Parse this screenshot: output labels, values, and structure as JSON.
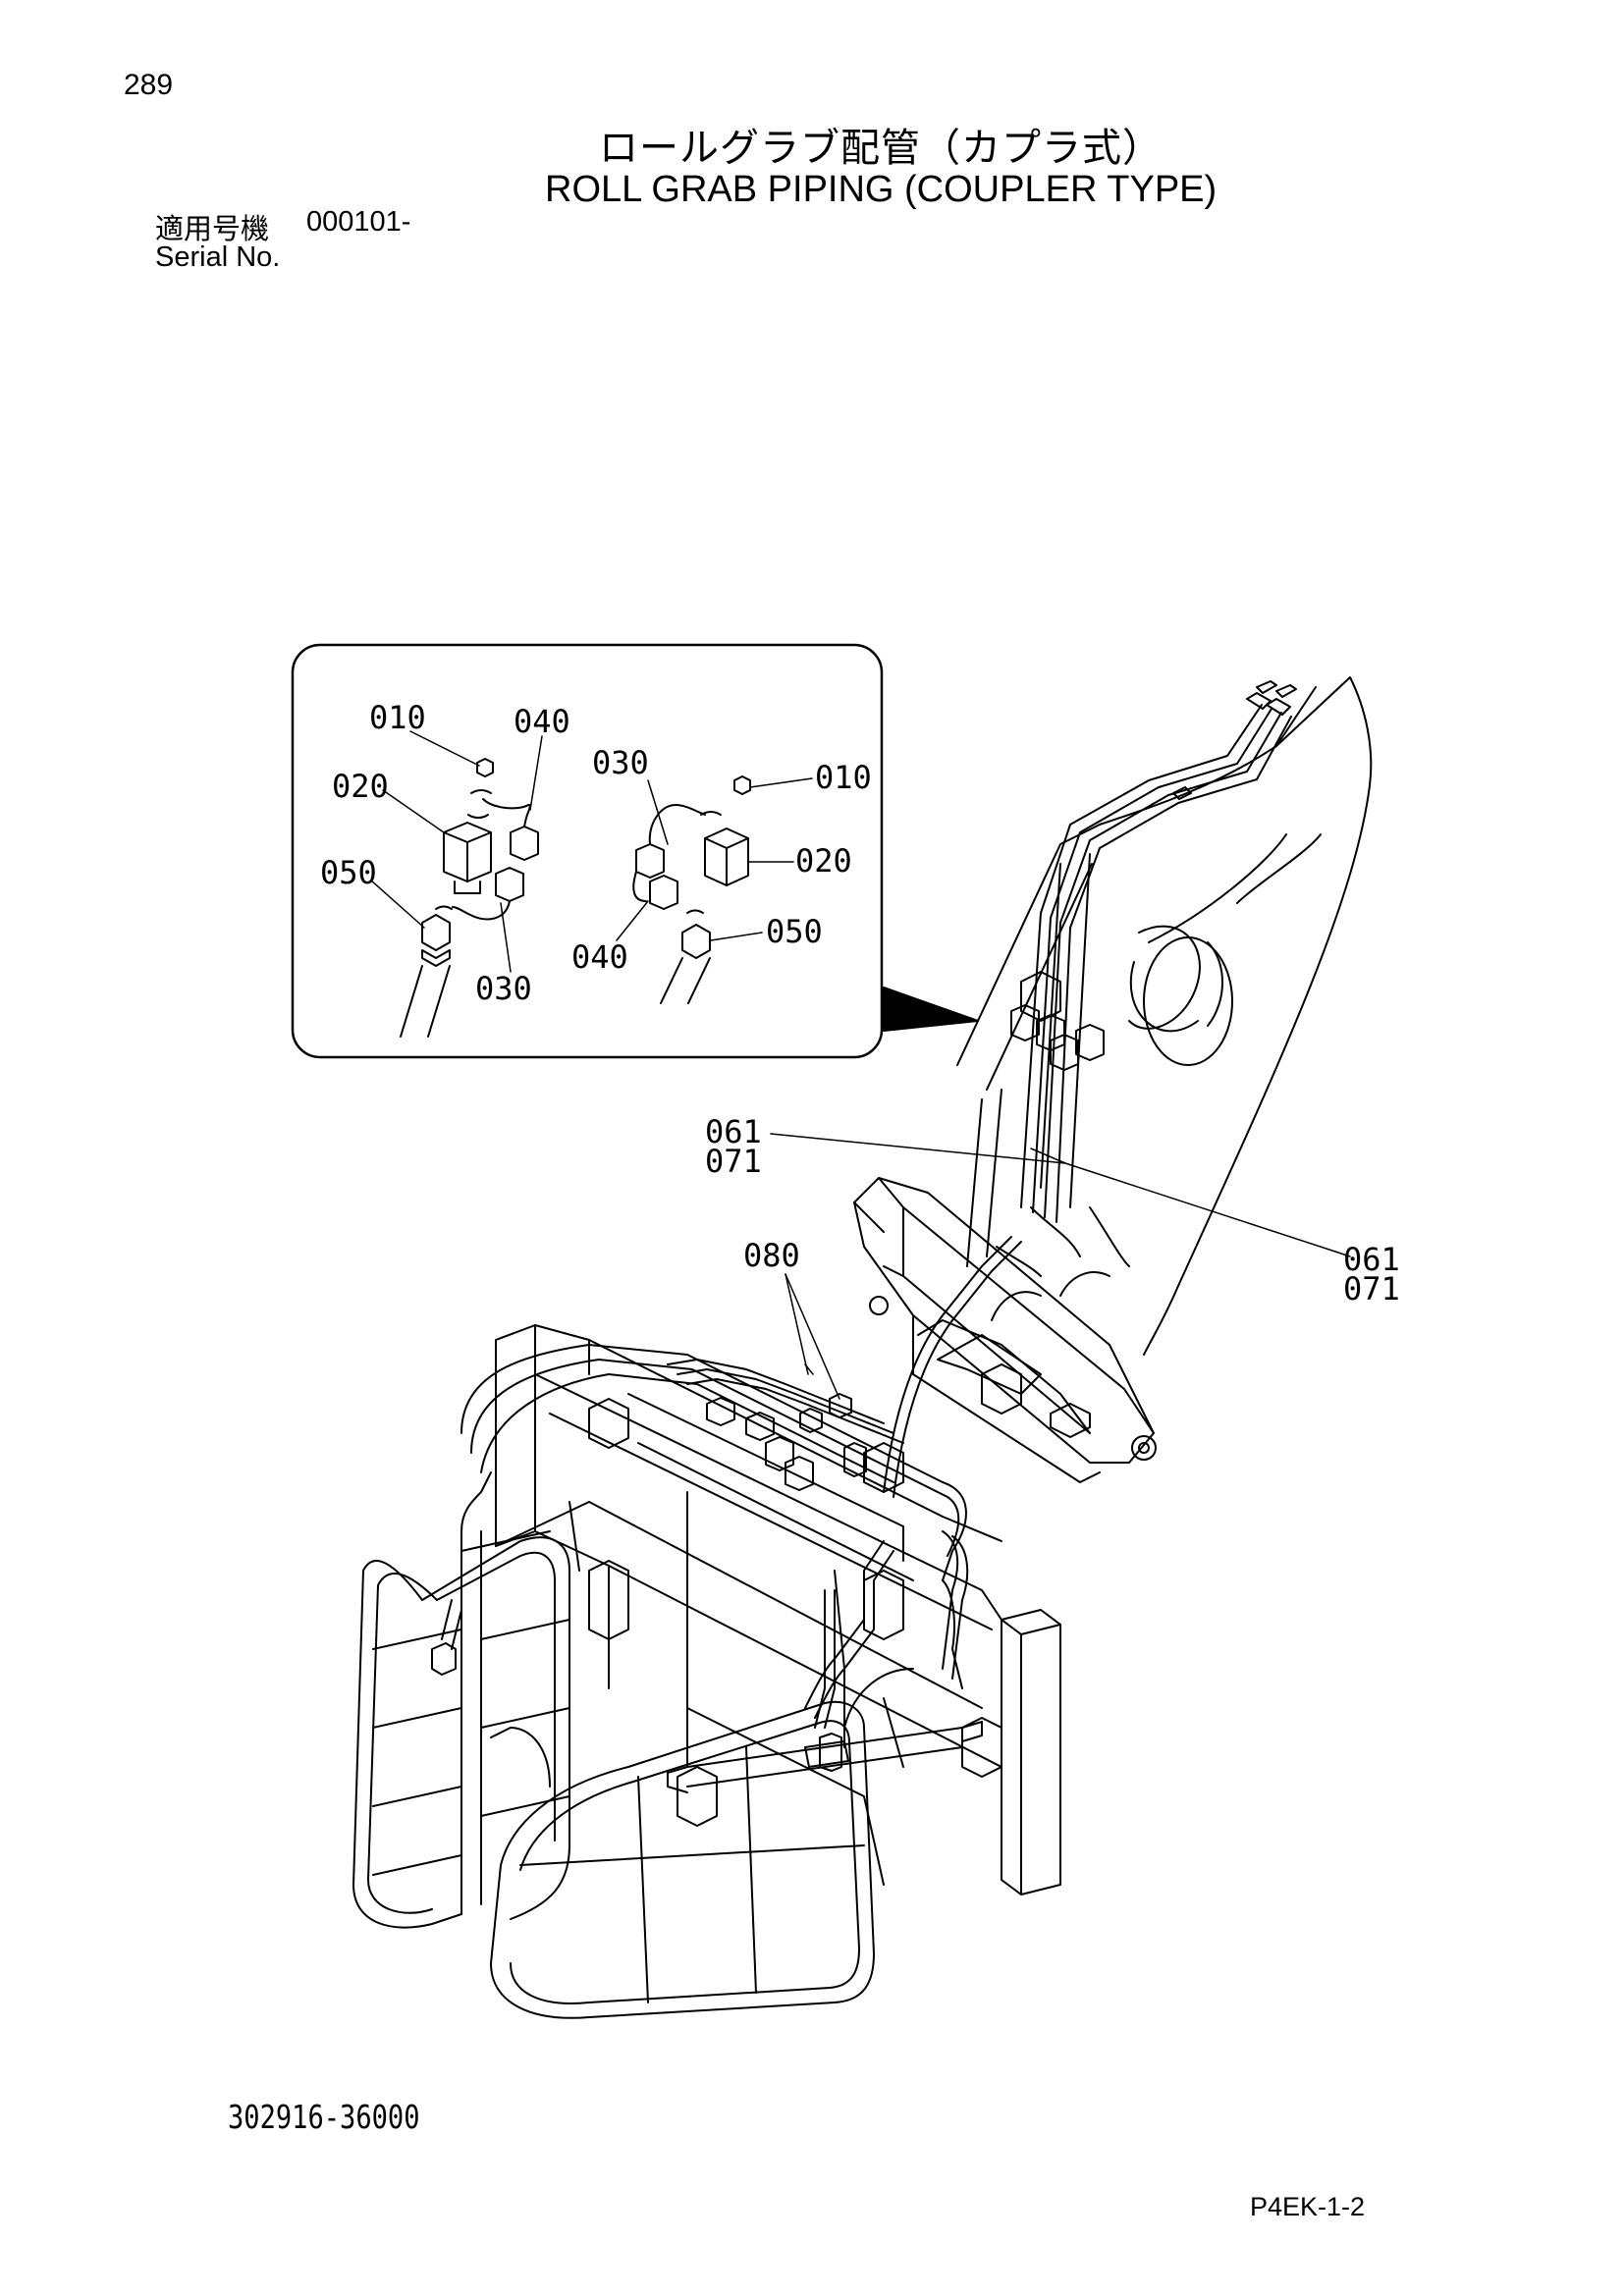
{
  "header": {
    "page_number": "289",
    "title_ja": "ロールグラブ配管（カプラ式）",
    "title_en": "ROLL GRAB PIPING (COUPLER TYPE)",
    "serial_label_ja": "適用号機",
    "serial_value": "000101-",
    "serial_label_en": "Serial No."
  },
  "detail_callouts": {
    "left_010": "010",
    "left_040": "040",
    "left_020": "020",
    "left_050": "050",
    "left_030": "030",
    "right_030": "030",
    "right_010": "010",
    "right_020": "020",
    "right_040": "040",
    "right_050": "050"
  },
  "main_callouts": {
    "left_061": "061",
    "left_071": "071",
    "right_061": "061",
    "right_071": "071",
    "c_080": "080"
  },
  "footer": {
    "drawing_number": "302916-36000",
    "page_code": "P4EK-1-2"
  }
}
